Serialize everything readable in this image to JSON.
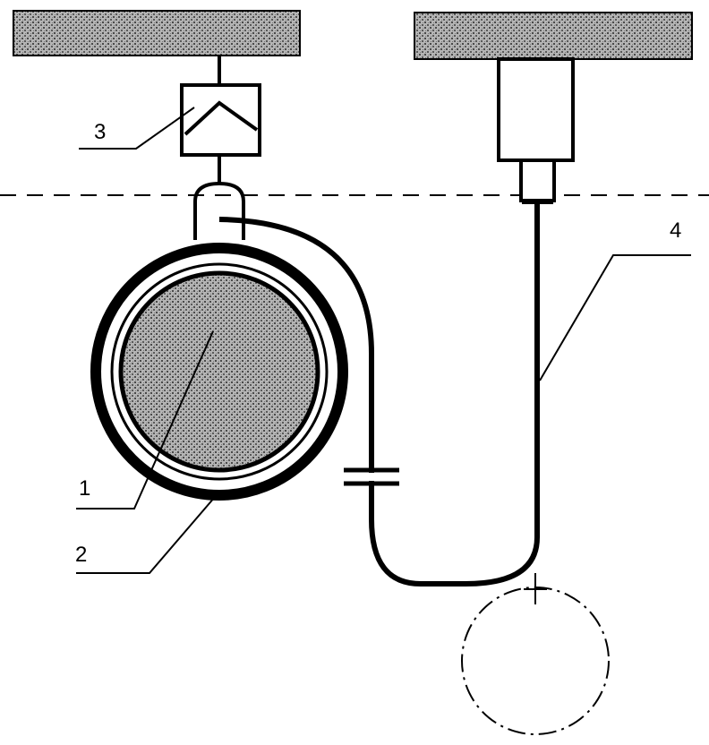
{
  "labels": {
    "part_1": "1",
    "part_2": "2",
    "part_3": "3",
    "part_4": "4"
  },
  "colors": {
    "ink": "#000000",
    "hatch_fill": "#8a8a8a",
    "background": "#ffffff"
  }
}
